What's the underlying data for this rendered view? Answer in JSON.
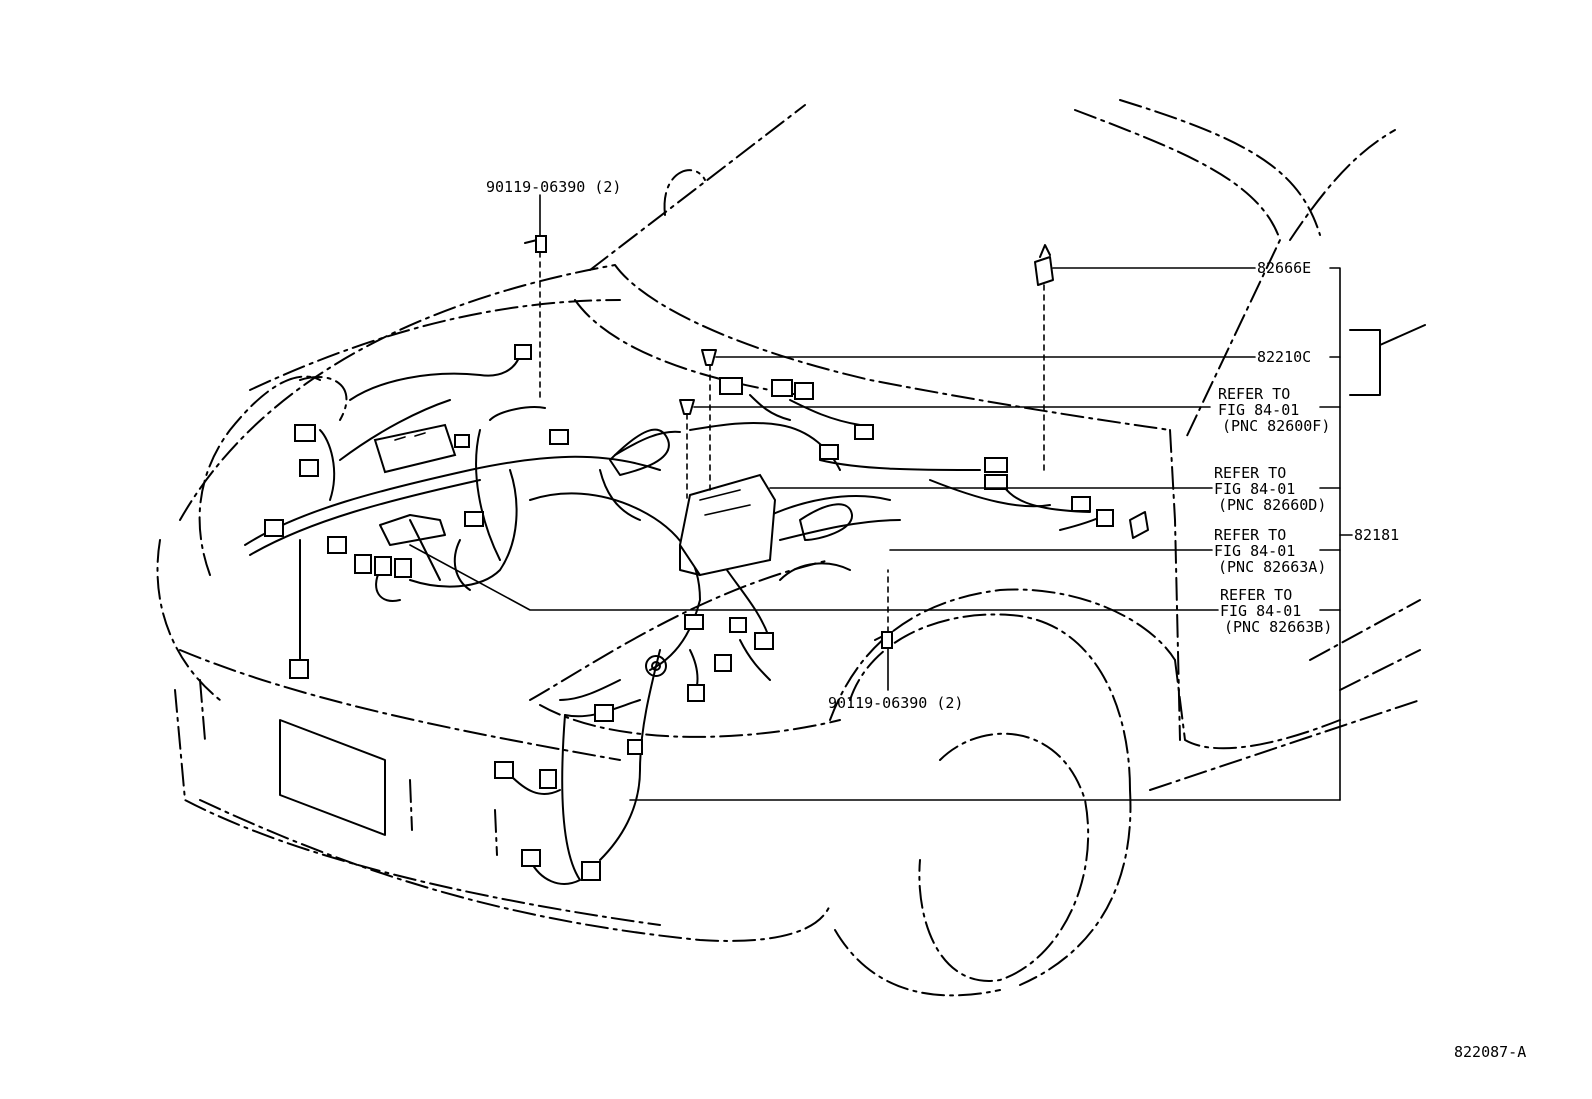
{
  "callouts": {
    "bolt_top": "90119-06390 (2)",
    "bolt_bottom": "90119-06390 (2)",
    "part_82666e": "82666E",
    "part_82210c": "82210C",
    "part_82181": "82181",
    "ref_a": {
      "line1": "REFER TO",
      "line2": "FIG 84-01",
      "line3": "(PNC 82600F)"
    },
    "ref_b": {
      "line1": "REFER TO",
      "line2": "FIG 84-01",
      "line3": "(PNC 82660D)"
    },
    "ref_c": {
      "line1": "REFER TO",
      "line2": "FIG 84-01",
      "line3": "(PNC 82663A)"
    },
    "ref_d": {
      "line1": "REFER TO",
      "line2": "FIG 84-01",
      "line3": "(PNC 82663B)"
    }
  },
  "diagram_id": "822087-A"
}
